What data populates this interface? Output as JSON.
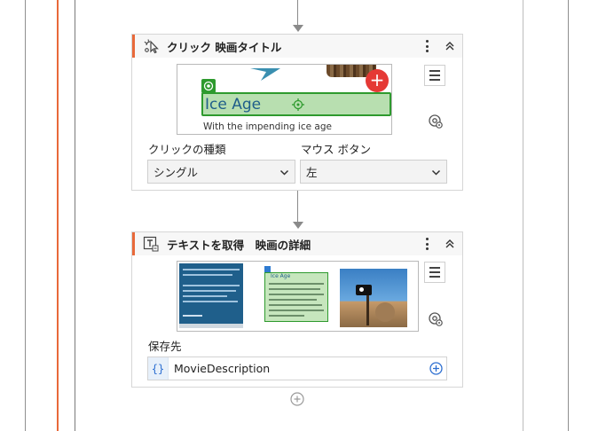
{
  "activities": [
    {
      "title": "クリック 映画タイトル",
      "preview": {
        "selected_text": "Ice Age",
        "subtext": "With the impending ice age"
      },
      "fields": [
        {
          "label": "クリックの種類",
          "value": "シングル"
        },
        {
          "label": "マウス ボタン",
          "value": "左"
        }
      ]
    },
    {
      "title": "テキストを取得　映画の詳細",
      "preview": {
        "highlight_label": "Ice Age"
      },
      "output_label": "保存先",
      "output_variable": "MovieDescription"
    }
  ],
  "colors": {
    "accent": "#e8693a",
    "selection_green": "#2e9a2e",
    "selection_fill": "#b8dfb0",
    "add_red": "#e53935",
    "variable_blue": "#2d6fd1"
  },
  "icons": {
    "click_activity": "cursor-click-icon",
    "get_text_activity": "text-extract-icon",
    "more": "kebab-menu-icon",
    "collapse": "chevron-double-up-icon",
    "menu": "hamburger-icon",
    "indicate_target": "target-gear-icon",
    "add": "plus-circle-icon"
  }
}
